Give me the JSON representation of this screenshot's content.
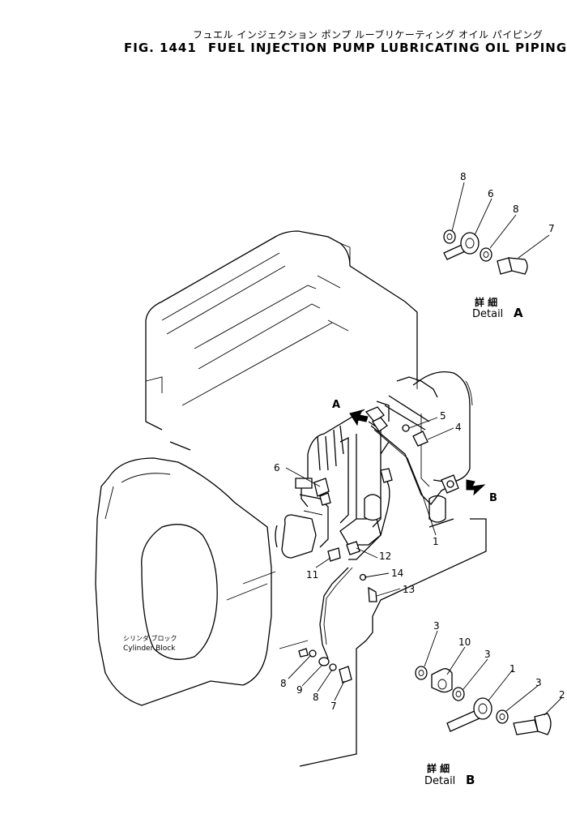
{
  "title": {
    "jp": "フュエル インジェクション ポンプ ルーブリケーティング オイル パイピング",
    "fig": "FIG. 1441",
    "en": "FUEL INJECTION PUMP LUBRICATING OIL PIPING"
  },
  "details": {
    "a": {
      "jp": "詳 細",
      "en": "Detail",
      "letter": "A"
    },
    "b": {
      "jp": "詳 細",
      "en": "Detail",
      "letter": "B"
    }
  },
  "arrows": {
    "a": "A",
    "b": "B"
  },
  "cylinder_block": {
    "jp": "シリンダ ブロック",
    "en": "Cylinder Block"
  },
  "callouts": {
    "detail_a": [
      "8",
      "6",
      "8",
      "7"
    ],
    "main": [
      "5",
      "4",
      "6",
      "1",
      "12",
      "14",
      "13",
      "11",
      "8",
      "9",
      "8",
      "7"
    ],
    "detail_b": [
      "3",
      "10",
      "3",
      "1",
      "3",
      "2"
    ]
  }
}
